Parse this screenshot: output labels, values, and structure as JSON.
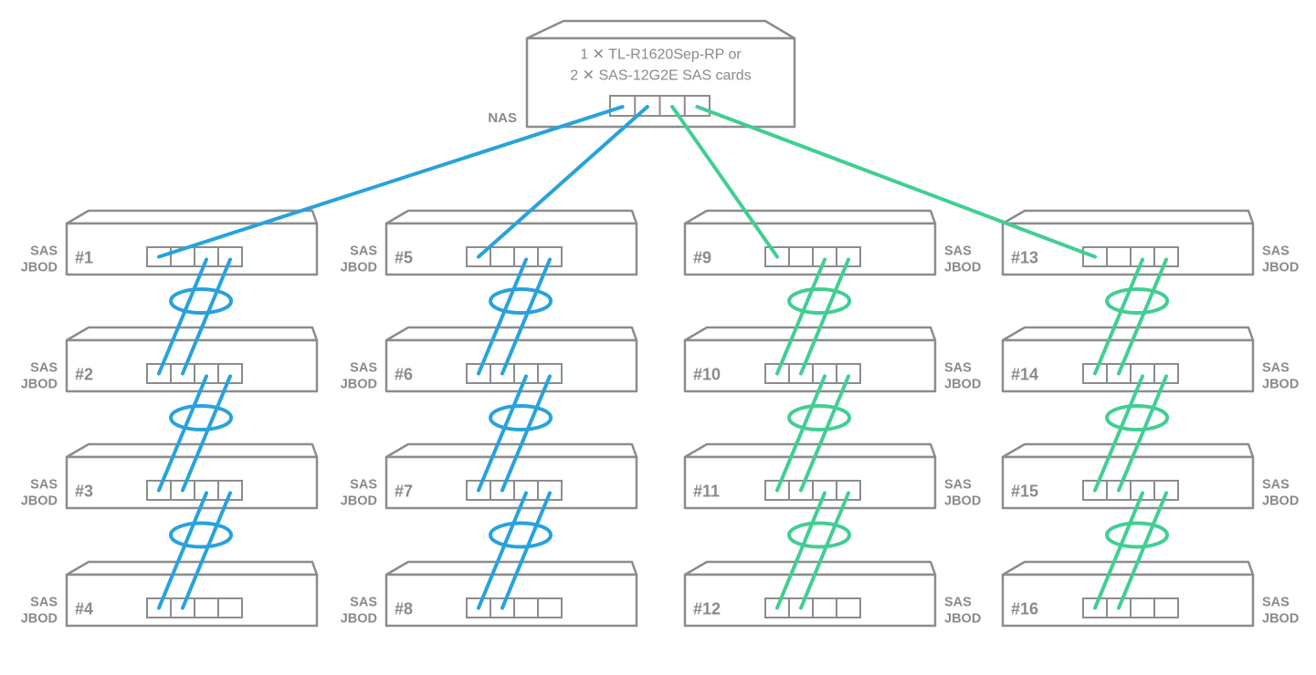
{
  "diagram": {
    "type": "sas-jbod-daisy-chain-topology",
    "nas": {
      "label": "NAS",
      "title_line1": "1 ✕ TL-R1620Sep-RP or",
      "title_line2": "2 ✕ SAS-12G2E SAS cards",
      "port_count": 4
    },
    "jbod_label": {
      "line1": "SAS",
      "line2": "JBOD"
    },
    "jbods": [
      {
        "id": "#1",
        "column": 0,
        "row": 0,
        "label_side": "left",
        "port_count": 4
      },
      {
        "id": "#2",
        "column": 0,
        "row": 1,
        "label_side": "left",
        "port_count": 4
      },
      {
        "id": "#3",
        "column": 0,
        "row": 2,
        "label_side": "left",
        "port_count": 4
      },
      {
        "id": "#4",
        "column": 0,
        "row": 3,
        "label_side": "left",
        "port_count": 4
      },
      {
        "id": "#5",
        "column": 1,
        "row": 0,
        "label_side": "left",
        "port_count": 4
      },
      {
        "id": "#6",
        "column": 1,
        "row": 1,
        "label_side": "left",
        "port_count": 4
      },
      {
        "id": "#7",
        "column": 1,
        "row": 2,
        "label_side": "left",
        "port_count": 4
      },
      {
        "id": "#8",
        "column": 1,
        "row": 3,
        "label_side": "left",
        "port_count": 4
      },
      {
        "id": "#9",
        "column": 2,
        "row": 0,
        "label_side": "right",
        "port_count": 4
      },
      {
        "id": "#10",
        "column": 2,
        "row": 1,
        "label_side": "right",
        "port_count": 4
      },
      {
        "id": "#11",
        "column": 2,
        "row": 2,
        "label_side": "right",
        "port_count": 4
      },
      {
        "id": "#12",
        "column": 2,
        "row": 3,
        "label_side": "right",
        "port_count": 4
      },
      {
        "id": "#13",
        "column": 3,
        "row": 0,
        "label_side": "right",
        "port_count": 4
      },
      {
        "id": "#14",
        "column": 3,
        "row": 1,
        "label_side": "right",
        "port_count": 4
      },
      {
        "id": "#15",
        "column": 3,
        "row": 2,
        "label_side": "right",
        "port_count": 4
      },
      {
        "id": "#16",
        "column": 3,
        "row": 3,
        "label_side": "right",
        "port_count": 4
      }
    ],
    "connections": {
      "nas_links": [
        {
          "nas_port": 1,
          "to": "#1",
          "to_port": 1,
          "color": "blue"
        },
        {
          "nas_port": 2,
          "to": "#5",
          "to_port": 1,
          "color": "blue"
        },
        {
          "nas_port": 3,
          "to": "#9",
          "to_port": 1,
          "color": "green"
        },
        {
          "nas_port": 4,
          "to": "#13",
          "to_port": 1,
          "color": "green"
        }
      ],
      "daisy_chains": [
        {
          "color": "blue",
          "order": [
            "#1",
            "#2",
            "#3",
            "#4"
          ],
          "from_ports": [
            3,
            4
          ],
          "to_ports": [
            1,
            2
          ],
          "loop_marker": true
        },
        {
          "color": "blue",
          "order": [
            "#5",
            "#6",
            "#7",
            "#8"
          ],
          "from_ports": [
            3,
            4
          ],
          "to_ports": [
            1,
            2
          ],
          "loop_marker": true
        },
        {
          "color": "green",
          "order": [
            "#9",
            "#10",
            "#11",
            "#12"
          ],
          "from_ports": [
            3,
            4
          ],
          "to_ports": [
            1,
            2
          ],
          "loop_marker": true
        },
        {
          "color": "green",
          "order": [
            "#13",
            "#14",
            "#15",
            "#16"
          ],
          "from_ports": [
            3,
            4
          ],
          "to_ports": [
            1,
            2
          ],
          "loop_marker": true
        }
      ]
    },
    "colors": {
      "blue": "#27A2DC",
      "green": "#41CE92",
      "outline_gray": "#8C8C8C",
      "text_gray": "#8A8A8A",
      "background": "#FFFFFF"
    }
  }
}
